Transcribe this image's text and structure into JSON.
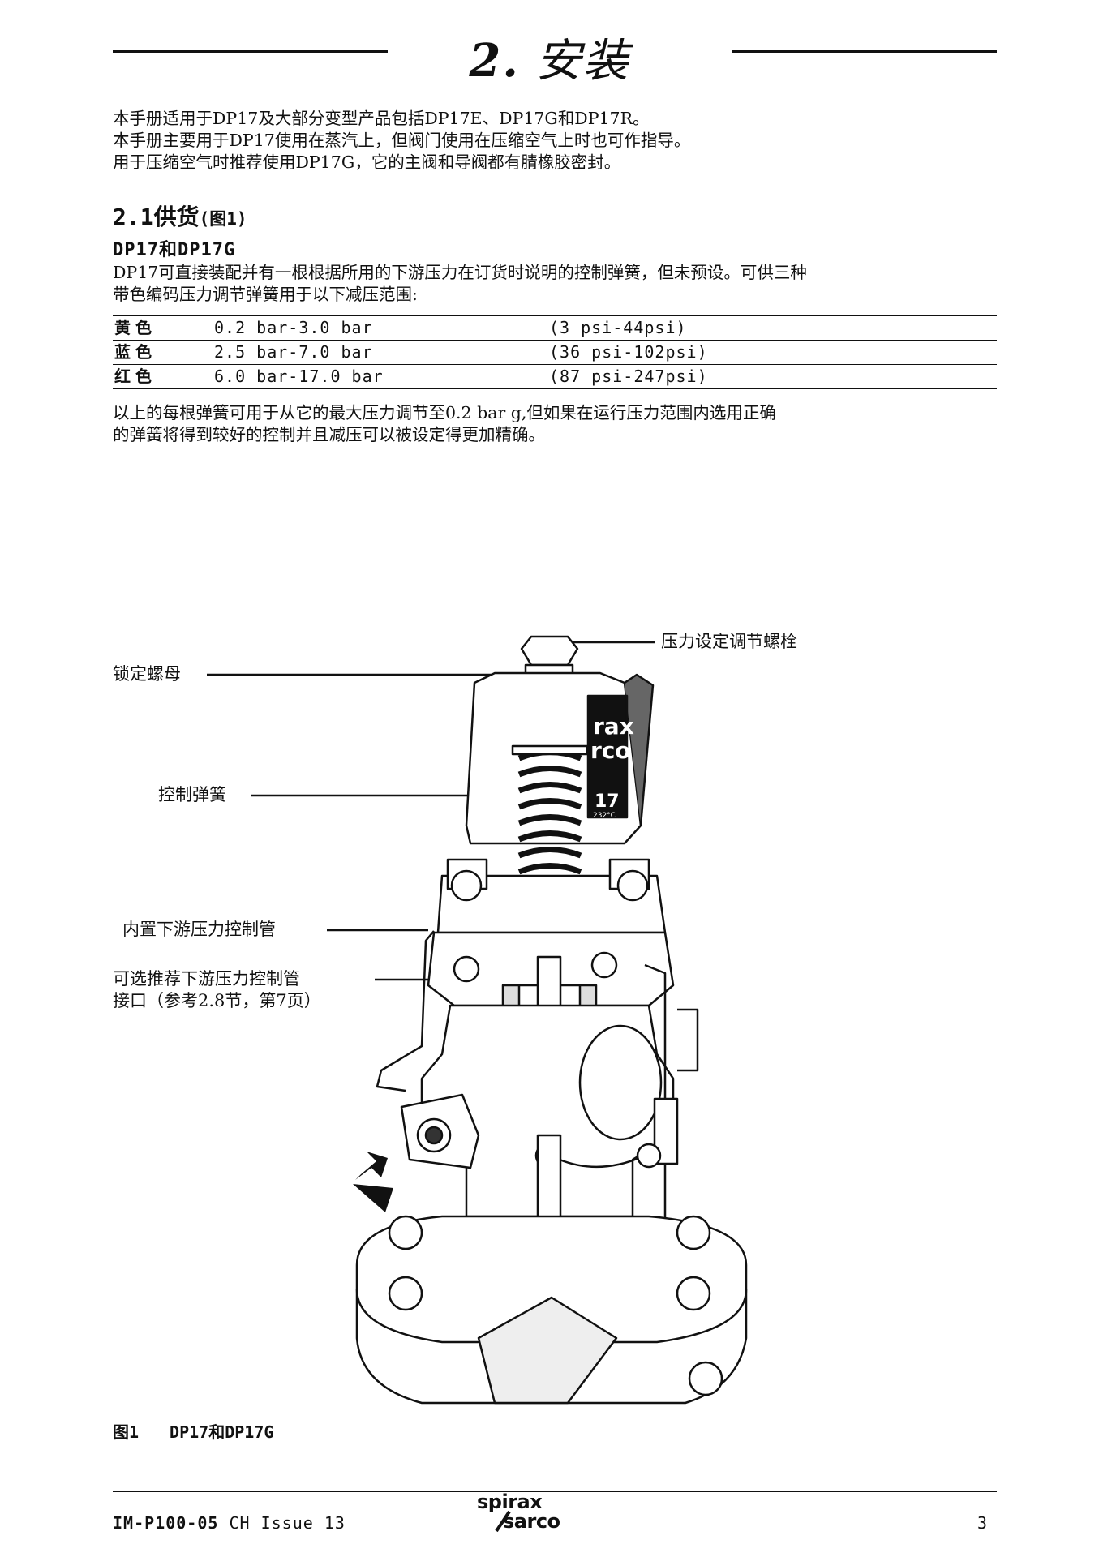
{
  "header": {
    "section_number": "2.",
    "section_title": "安装"
  },
  "intro": [
    "本手册适用于DP17及大部分变型产品包括DP17E、DP17G和DP17R。",
    "本手册主要用于DP17使用在蒸汽上，但阀门使用在压缩空气上时也可作指导。",
    "用于压缩空气时推荐使用DP17G，它的主阀和导阀都有腈橡胶密封。"
  ],
  "section_2_1": {
    "heading": "2.1供货",
    "heading_ref": "(图1)",
    "subheading": "DP17和DP17G",
    "description": [
      "DP17可直接装配并有一根根据所用的下游压力在订货时说明的控制弹簧，但未预设。可供三种",
      "带色编码压力调节弹簧用于以下减压范围:"
    ],
    "springs": [
      {
        "color": "黄色",
        "bar_range": "0.2 bar-3.0 bar",
        "psi_range": "(3 psi-44psi)"
      },
      {
        "color": "蓝色",
        "bar_range": "2.5 bar-7.0 bar",
        "psi_range": "(36 psi-102psi)"
      },
      {
        "color": "红色",
        "bar_range": "6.0 bar-17.0 bar",
        "psi_range": "(87 psi-247psi)"
      }
    ],
    "note": [
      "以上的每根弹簧可用于从它的最大压力调节至0.2  bar  g,但如果在运行压力范围内选用正确",
      "的弹簧将得到较好的控制并且减压可以被设定得更加精确。"
    ]
  },
  "figure": {
    "labels": {
      "adjust_bolt": "压力设定调节螺栓",
      "lock_nut": "锁定螺母",
      "control_spring": "控制弹簧",
      "internal_pipe": "内置下游压力控制管",
      "optional_pipe_line1": "可选推荐下游压力控制管",
      "optional_pipe_line2": "接口（参考2.8节，第7页）"
    },
    "valve_badge": {
      "brand_line1": "rax",
      "brand_line2": "rco",
      "model": "17",
      "rating": "232°C"
    },
    "caption_number": "图1",
    "caption_title": "DP17和DP17G"
  },
  "footer": {
    "doc_code": "IM-P100-05",
    "doc_suffix": "CH Issue 13",
    "logo_top": "spirax",
    "logo_bottom": "sarco",
    "page_number": "3"
  }
}
